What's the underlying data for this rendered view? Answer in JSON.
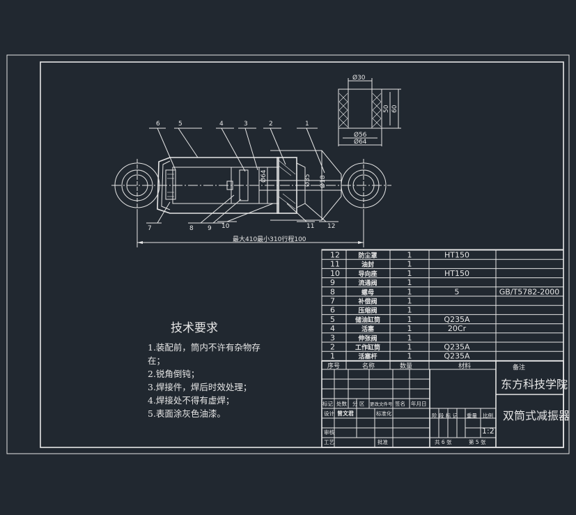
{
  "dimensions": {
    "d30": "Ø30",
    "d56": "Ø56",
    "d64": "Ø64",
    "h50": "50",
    "h60": "60",
    "stroke": "最大410最小310行程100",
    "dia1": "Ø64",
    "dia2": "Ø35",
    "dia3": "Ø18"
  },
  "balloons": [
    "1",
    "2",
    "3",
    "4",
    "5",
    "6",
    "7",
    "8",
    "9",
    "10",
    "11",
    "12"
  ],
  "requirements": {
    "title": "技术要求",
    "lines": [
      "1.装配前，筒内不许有杂物存",
      "在；",
      "2.锐角倒钝；",
      "3.焊接件，焊后时效处理；",
      "4.焊接处不得有虚焊；",
      "5.表面涂灰色油漆。"
    ]
  },
  "bom": {
    "rows": [
      {
        "no": "12",
        "name": "防尘罩",
        "qty": "1",
        "material": "HT150",
        "note": ""
      },
      {
        "no": "11",
        "name": "油封",
        "qty": "1",
        "material": "",
        "note": ""
      },
      {
        "no": "10",
        "name": "导向座",
        "qty": "1",
        "material": "HT150",
        "note": ""
      },
      {
        "no": "9",
        "name": "流通阀",
        "qty": "1",
        "material": "",
        "note": ""
      },
      {
        "no": "8",
        "name": "螺母",
        "qty": "1",
        "material": "5",
        "note": "GB/T5782-2000"
      },
      {
        "no": "7",
        "name": "补偿阀",
        "qty": "1",
        "material": "",
        "note": ""
      },
      {
        "no": "6",
        "name": "压缩阀",
        "qty": "1",
        "material": "",
        "note": ""
      },
      {
        "no": "5",
        "name": "储油缸筒",
        "qty": "1",
        "material": "Q235A",
        "note": ""
      },
      {
        "no": "4",
        "name": "活塞",
        "qty": "1",
        "material": "20Cr",
        "note": ""
      },
      {
        "no": "3",
        "name": "伸张阀",
        "qty": "1",
        "material": "",
        "note": ""
      },
      {
        "no": "2",
        "name": "工作缸筒",
        "qty": "1",
        "material": "Q235A",
        "note": ""
      },
      {
        "no": "1",
        "name": "活塞杆",
        "qty": "1",
        "material": "Q235A",
        "note": ""
      }
    ],
    "headers": {
      "no": "序号",
      "name": "名称",
      "qty": "数量",
      "material": "材料",
      "note": "备注"
    }
  },
  "titleblock": {
    "school": "东方科技学院",
    "product": "双筒式减振器",
    "rev_labels": [
      "标记",
      "处数",
      "分 区",
      "更改文件号",
      "签名",
      "年月日"
    ],
    "design": "设计",
    "designer": "曾文君",
    "standard": "标准化",
    "stage_labels": "阶 段 标 记",
    "weight": "重量",
    "scale_label": "比例",
    "scale": "1:2",
    "check": "审核",
    "process": "工艺",
    "approve": "批准",
    "sheets_total": "共 6 张",
    "sheet_no": "第 5 张"
  }
}
